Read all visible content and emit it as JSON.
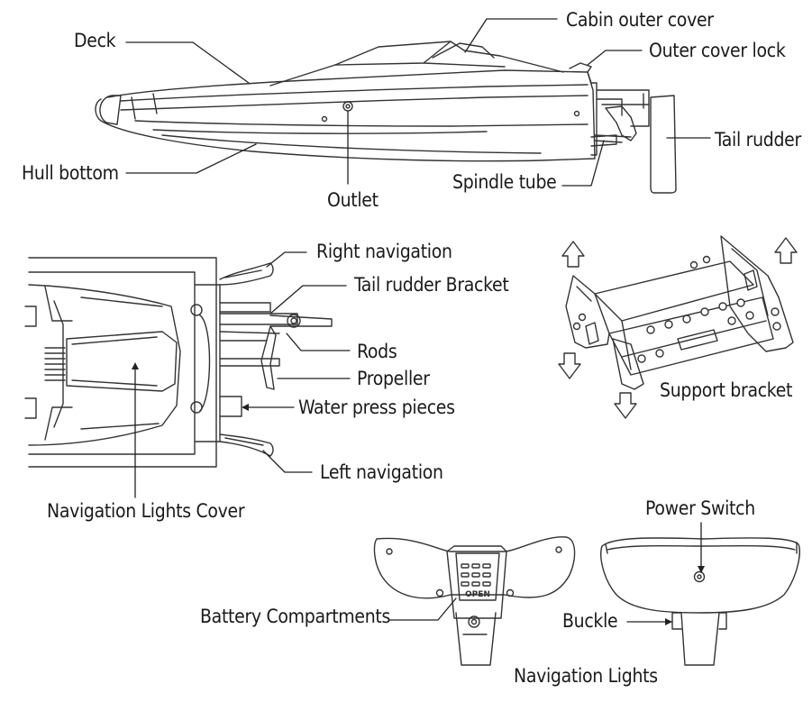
{
  "labels": {
    "deck": "Deck",
    "cabin_outer_cover": "Cabin outer cover",
    "outer_cover_lock": "Outer cover lock",
    "tail_rudder": "Tail rudder",
    "hull_bottom": "Hull bottom",
    "outlet": "Outlet",
    "spindle_tube": "Spindle tube",
    "right_navigation": "Right navigation",
    "tail_rudder_bracket": "Tail rudder Bracket",
    "rods": "Rods",
    "propeller": "Propeller",
    "water_press_pieces": "Water press pieces",
    "left_navigation": "Left navigation",
    "navigation_lights_cover": "Navigation Lights Cover",
    "support_bracket": "Support bracket",
    "power_switch": "Power Switch",
    "battery_compartments": "Battery Compartments",
    "buckle": "Buckle",
    "navigation_lights": "Navigation Lights"
  },
  "markings": {
    "open": "OPEN"
  },
  "style": {
    "line_color": "#333333",
    "fill_color": "#ffffff",
    "text_color": "#1a1a1a"
  }
}
